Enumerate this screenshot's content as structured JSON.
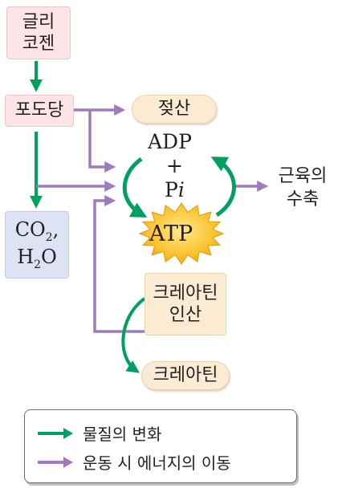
{
  "nodes": {
    "glycogen": [
      "글리",
      "코젠"
    ],
    "glucose": "포도당",
    "lactic_acid": "젖산",
    "co2_h2o": {
      "line1": "CO",
      "line1_sub": "2",
      "line1_tail": ",",
      "line2_head": "H",
      "line2_sub": "2",
      "line2_tail": "O"
    },
    "adp": "ADP",
    "plus": "+",
    "pi": {
      "p": "P",
      "i": "i"
    },
    "atp": "ATP",
    "creatine_phosphate": [
      "크레아틴",
      "인산"
    ],
    "creatine": "크레아틴",
    "muscle_contraction": [
      "근육의",
      "수축"
    ]
  },
  "legend": {
    "material_change": "물질의 변화",
    "energy_transfer": "운동 시 에너지의 이동"
  },
  "colors": {
    "material_arrow": "#00a060",
    "energy_arrow": "#a07bbb",
    "atp_burst": "#f7b21b"
  }
}
